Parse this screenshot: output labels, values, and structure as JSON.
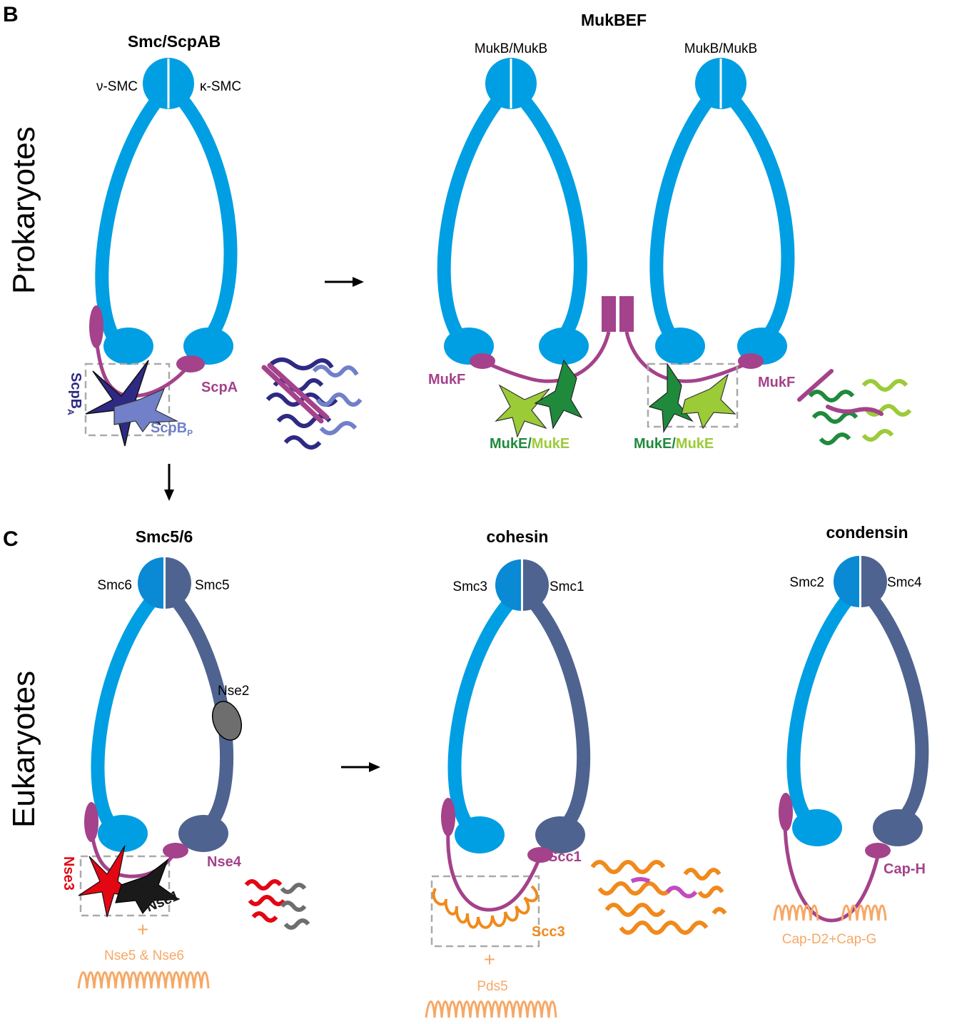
{
  "colors": {
    "smc_blue": "#009FE3",
    "smc_blue_dark": "#0A89D4",
    "smc_slate": "#4F6390",
    "kleisin": "#A4428B",
    "scpB_dark": "#2E2A84",
    "scpB_light": "#7180C8",
    "mukE_dark": "#1F8A3C",
    "mukE_light": "#9CCB38",
    "nse3_red": "#E30613",
    "nse1_black": "#1A1A1A",
    "nse2_grey": "#6E6E6E",
    "heat_orange": "#F08A1C",
    "heat_light": "#F6A866",
    "dash_grey": "#AAAAAA"
  },
  "panels": {
    "B": {
      "letter": "B",
      "row_label": "Prokaryotes",
      "smc_scpab": {
        "title": "Smc/ScpAB",
        "head_left": "ν-SMC",
        "head_right": "κ-SMC",
        "kleisin": "ScpA",
        "scpB_a": "ScpB",
        "scpB_a_sub": "A",
        "scpB_p": "ScpB",
        "scpB_p_sub": "P"
      },
      "mukbef": {
        "title": "MukBEF",
        "head_left": "MukB/MukB",
        "head_right": "MukB/MukB",
        "kleisin_left": "MukF",
        "kleisin_right": "MukF",
        "muke_left_a": "MukE",
        "muke_left_sep": "/",
        "muke_left_b": "MukE",
        "muke_right_a": "MukE",
        "muke_right_sep": "/",
        "muke_right_b": "MukE"
      }
    },
    "C": {
      "letter": "C",
      "row_label": "Eukaryotes",
      "smc56": {
        "title": "Smc5/6",
        "head_left": "Smc6",
        "head_right": "Smc5",
        "nse2": "Nse2",
        "kleisin": "Nse4",
        "nse3": "Nse3",
        "nse1": "Nse1",
        "plus": "+",
        "heat": "Nse5 & Nse6"
      },
      "cohesin": {
        "title": "cohesin",
        "head_left": "Smc3",
        "head_right": "Smc1",
        "kleisin": "Scc1",
        "heat_bound": "Scc3",
        "plus": "+",
        "heat": "Pds5"
      },
      "condensin": {
        "title": "condensin",
        "head_left": "Smc2",
        "head_right": "Smc4",
        "kleisin": "Cap-H",
        "heat": "Cap-D2+Cap-G"
      }
    }
  }
}
